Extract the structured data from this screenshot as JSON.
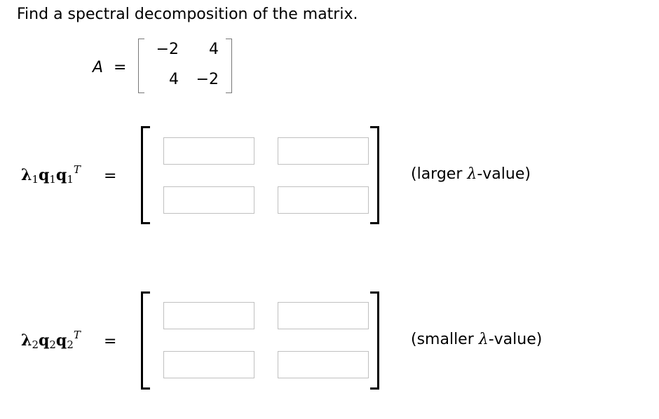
{
  "question": {
    "prompt": "Find a spectral decomposition of the matrix.",
    "matrix_label": "A",
    "equals": "=",
    "matrix_A": [
      [
        "−2",
        "4"
      ],
      [
        "4",
        "−2"
      ]
    ]
  },
  "rows": [
    {
      "lambda": "λ",
      "index": "1",
      "q": "q",
      "transpose": "T",
      "equals": "=",
      "note_open": "(larger ",
      "note_lambda": "λ",
      "note_close": "-value)",
      "cells": [
        "",
        "",
        "",
        ""
      ]
    },
    {
      "lambda": "λ",
      "index": "2",
      "q": "q",
      "transpose": "T",
      "equals": "=",
      "note_open": "(smaller ",
      "note_lambda": "λ",
      "note_close": "-value)",
      "cells": [
        "",
        "",
        "",
        ""
      ]
    }
  ]
}
